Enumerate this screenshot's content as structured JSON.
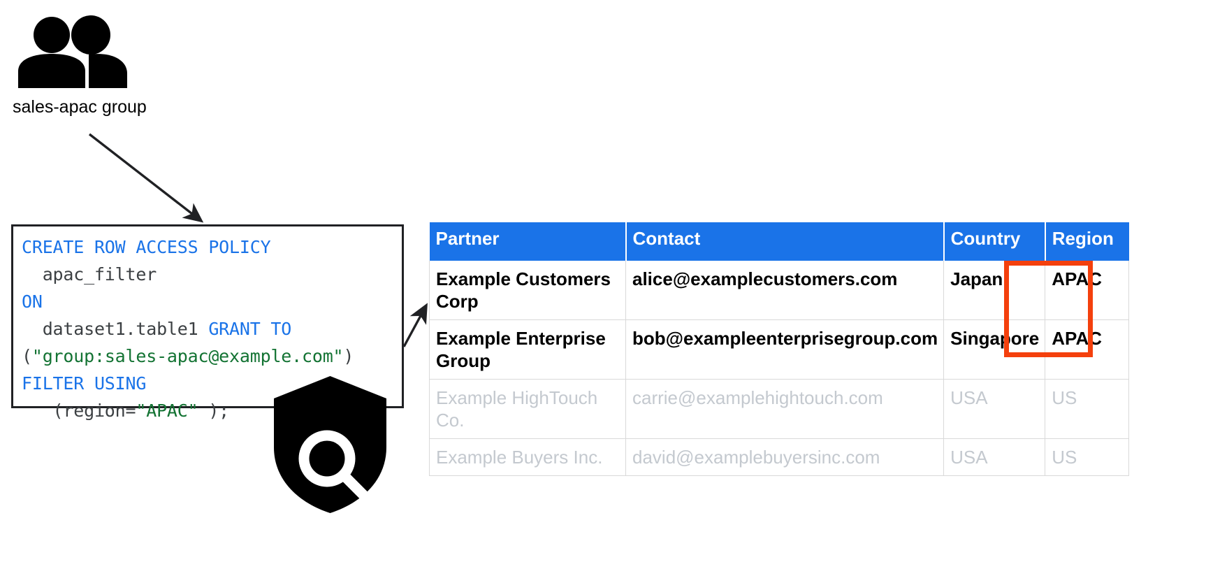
{
  "diagram": {
    "group_node": {
      "icon": "people-group-icon",
      "label": "sales-apac group"
    },
    "shield_node": {
      "icon": "shield-magnifier-icon"
    },
    "arrows": [
      {
        "name": "arrow-group-to-policy",
        "from": "sales-apac group",
        "to": "row access policy"
      },
      {
        "name": "arrow-policy-to-table",
        "from": "row access policy",
        "to": "partner table"
      }
    ],
    "code_block": {
      "language": "sql",
      "lines": [
        [
          {
            "t": "CREATE ROW ACCESS POLICY",
            "c": "kw"
          }
        ],
        [
          {
            "t": "  apac_filter",
            "c": "pln"
          }
        ],
        [
          {
            "t": "ON",
            "c": "kw"
          }
        ],
        [
          {
            "t": "  dataset1.table1 ",
            "c": "pln"
          },
          {
            "t": "GRANT TO",
            "c": "kw"
          }
        ],
        [
          {
            "t": "(",
            "c": "pln"
          },
          {
            "t": "\"group:sales-apac@example.com\"",
            "c": "str"
          },
          {
            "t": ")",
            "c": "pln"
          }
        ],
        [
          {
            "t": "FILTER USING",
            "c": "kw"
          }
        ],
        [
          {
            "t": "   (region=",
            "c": "pln"
          },
          {
            "t": "\"APAC\"",
            "c": "str"
          },
          {
            "t": " );",
            "c": "pln"
          }
        ]
      ]
    }
  },
  "table": {
    "name": "partner-table",
    "columns": [
      "Partner",
      "Contact",
      "Country",
      "Region"
    ],
    "rows": [
      {
        "state": "active",
        "cells": [
          "Example Customers Corp",
          "alice@examplecustomers.com",
          "Japan",
          "APAC"
        ]
      },
      {
        "state": "active",
        "cells": [
          "Example Enterprise Group",
          "bob@exampleenterprisegroup.com",
          "Singapore",
          "APAC"
        ]
      },
      {
        "state": "muted",
        "cells": [
          "Example HighTouch Co.",
          "carrie@examplehightouch.com",
          "USA",
          "US"
        ]
      },
      {
        "state": "muted",
        "cells": [
          "Example Buyers Inc.",
          "david@examplebuyersinc.com",
          "USA",
          "US"
        ]
      }
    ],
    "highlight": {
      "name": "region-apac-highlight",
      "color": "#f4400d",
      "covers": "Region cells of the first two rows"
    }
  },
  "colors": {
    "header_blue": "#1a73e8",
    "keyword_blue": "#1a73e8",
    "string_green": "#137333",
    "muted_grey": "#c4c9cf",
    "highlight_red": "#f4400d",
    "ink": "#202124"
  }
}
